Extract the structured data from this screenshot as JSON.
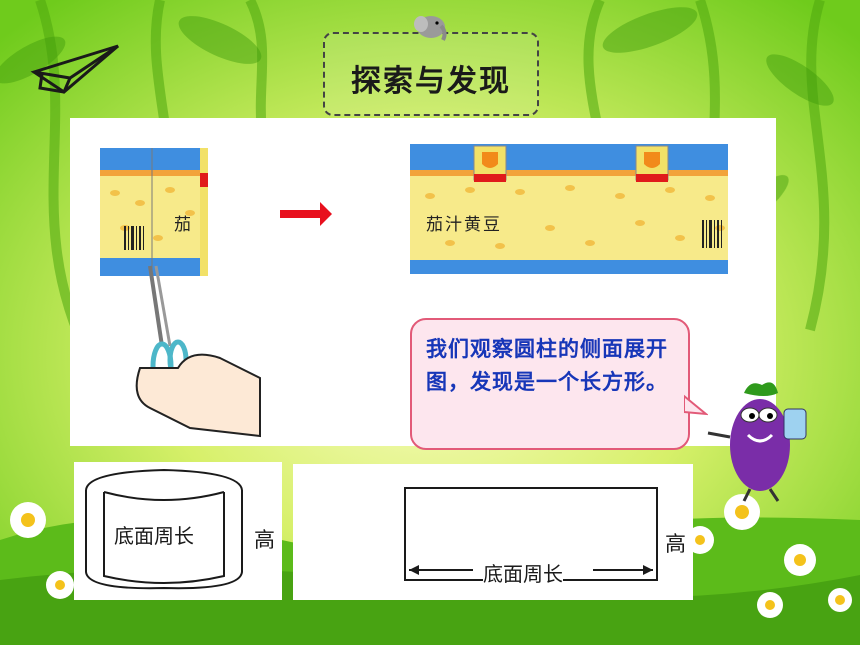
{
  "title": "探索与发现",
  "can_label": "茄",
  "label_strip_text": "茄汁黄豆",
  "callout_text": "我们观察圆柱的侧面展开图，发现是一个长方形。",
  "cylinder_label": "底面周长",
  "cylinder_height_label": "高",
  "rect_width_label": "底面周长",
  "rect_height_label": "高",
  "colors": {
    "bg_green": "#7ed321",
    "callout_text": "#1736b8",
    "arrow_red": "#e8101e",
    "can_blue": "#3f8ee0",
    "can_yellow": "#f7ea8a"
  },
  "icons": [
    "paper-plane-icon",
    "elephant-icon",
    "scissors-icon",
    "eggplant-character-icon",
    "daisy-flower-icon"
  ]
}
